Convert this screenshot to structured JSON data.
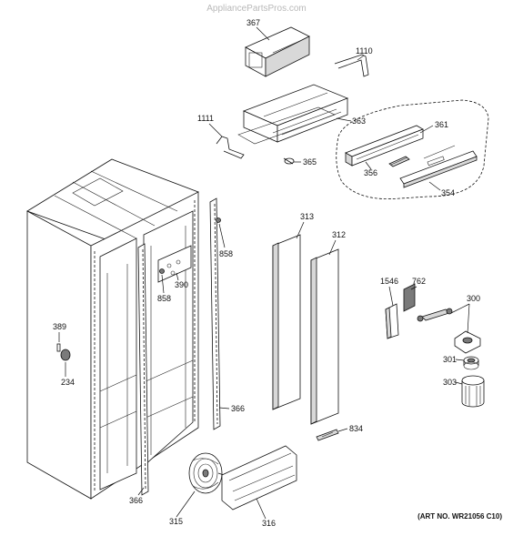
{
  "watermark": "AppliancePartsPros.com",
  "art_number": "(ART NO. WR21056 C10)",
  "parts": {
    "p367": "367",
    "p1110": "1110",
    "p1111": "1111",
    "p363": "363",
    "p361": "361",
    "p365": "365",
    "p356": "356",
    "p354": "354",
    "p313": "313",
    "p312": "312",
    "p858a": "858",
    "p858b": "858",
    "p390": "390",
    "p389": "389",
    "p234": "234",
    "p1546": "1546",
    "p762": "762",
    "p300": "300",
    "p301": "301",
    "p303": "303",
    "p366a": "366",
    "p366b": "366",
    "p834": "834",
    "p315": "315",
    "p316": "316"
  }
}
